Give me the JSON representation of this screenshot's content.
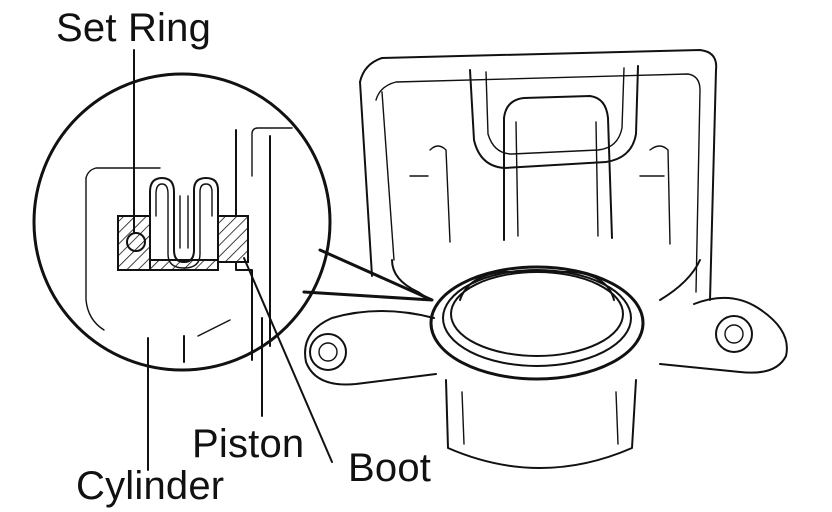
{
  "labels": {
    "set_ring": "Set Ring",
    "piston": "Piston",
    "boot": "Boot",
    "cylinder": "Cylinder"
  },
  "colors": {
    "line": "#111111",
    "background": "#ffffff"
  }
}
